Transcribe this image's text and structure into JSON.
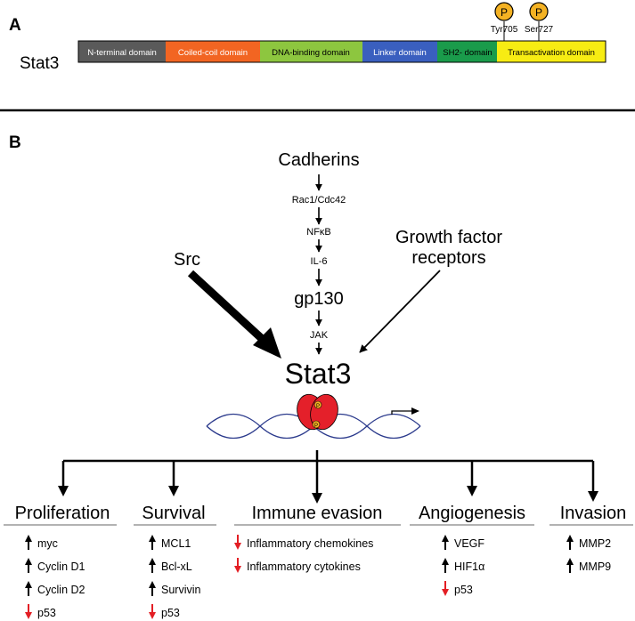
{
  "panel_a": {
    "label": "A",
    "protein": "Stat3",
    "domains": [
      {
        "name": "N-terminal domain",
        "color": "#5a5a5a"
      },
      {
        "name": "Coiled-coil domain",
        "color": "#f26522"
      },
      {
        "name": "DNA-binding domain",
        "color": "#8dc63f"
      },
      {
        "name": "Linker domain",
        "color": "#3a5fbf"
      },
      {
        "name": "SH2- domain",
        "color": "#1a9b4b"
      },
      {
        "name": "Transactivation domain",
        "color": "#f7ec13"
      }
    ],
    "sites": [
      {
        "symbol": "P",
        "label": "Tyr705"
      },
      {
        "symbol": "P",
        "label": "Ser727"
      }
    ]
  },
  "panel_b": {
    "label": "B",
    "pathway": [
      "Cadherins",
      "Rac1/Cdc42",
      "NFκB",
      "IL-6",
      "gp130",
      "JAK"
    ],
    "src": "Src",
    "growth_factor": "Growth factor\nreceptors",
    "growth_factor_lines": [
      "Growth factor",
      "receptors"
    ],
    "center": "Stat3",
    "dimer_symbol": "P",
    "outcomes": [
      {
        "title": "Proliferation",
        "items": [
          {
            "dir": "up",
            "text": "myc"
          },
          {
            "dir": "up",
            "text": "Cyclin D1"
          },
          {
            "dir": "up",
            "text": "Cyclin D2"
          },
          {
            "dir": "down",
            "text": "p53"
          }
        ]
      },
      {
        "title": "Survival",
        "items": [
          {
            "dir": "up",
            "text": "MCL1"
          },
          {
            "dir": "up",
            "text": "Bcl-xL"
          },
          {
            "dir": "up",
            "text": "Survivin"
          },
          {
            "dir": "down",
            "text": "p53"
          }
        ]
      },
      {
        "title": "Immune evasion",
        "items": [
          {
            "dir": "down",
            "text": "Inflammatory chemokines"
          },
          {
            "dir": "down",
            "text": "Inflammatory cytokines"
          }
        ]
      },
      {
        "title": "Angiogenesis",
        "items": [
          {
            "dir": "up",
            "text": "VEGF"
          },
          {
            "dir": "up",
            "text": "HIF1α"
          },
          {
            "dir": "down",
            "text": "p53"
          }
        ]
      },
      {
        "title": "Invasion",
        "items": [
          {
            "dir": "up",
            "text": "MMP2"
          },
          {
            "dir": "up",
            "text": "MMP9"
          }
        ]
      }
    ]
  },
  "colors": {
    "up_arrow": "#000000",
    "down_arrow": "#e31e24",
    "phospho_fill": "#f4b223",
    "dimer_fill": "#e4202a",
    "dna": "#2b3a8c"
  }
}
